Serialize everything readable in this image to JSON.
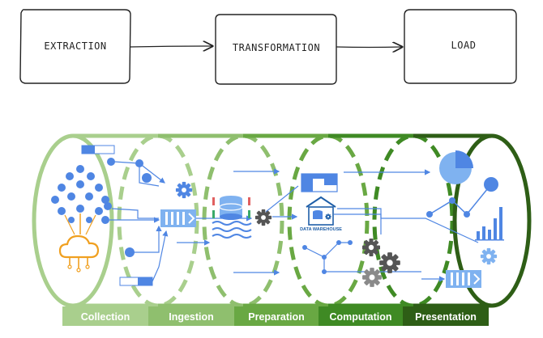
{
  "etl_flow": {
    "steps": [
      {
        "label": "EXTRACTION"
      },
      {
        "label": "TRANSFORMATION"
      },
      {
        "label": "LOAD"
      }
    ]
  },
  "pipeline": {
    "stages": [
      {
        "label": "Collection",
        "color": "#a9cf8d"
      },
      {
        "label": "Ingestion",
        "color": "#8fbf6e"
      },
      {
        "label": "Preparation",
        "color": "#69a843"
      },
      {
        "label": "Computation",
        "color": "#3f8a24"
      },
      {
        "label": "Presentation",
        "color": "#2e5e16"
      }
    ],
    "warehouse_label": "DATA WAREHOUSE",
    "colors": {
      "accent_blue": "#4f86e3",
      "light_blue": "#7fb2f0",
      "gear_gray": "#555555",
      "cloud_orange": "#f0a020"
    }
  }
}
